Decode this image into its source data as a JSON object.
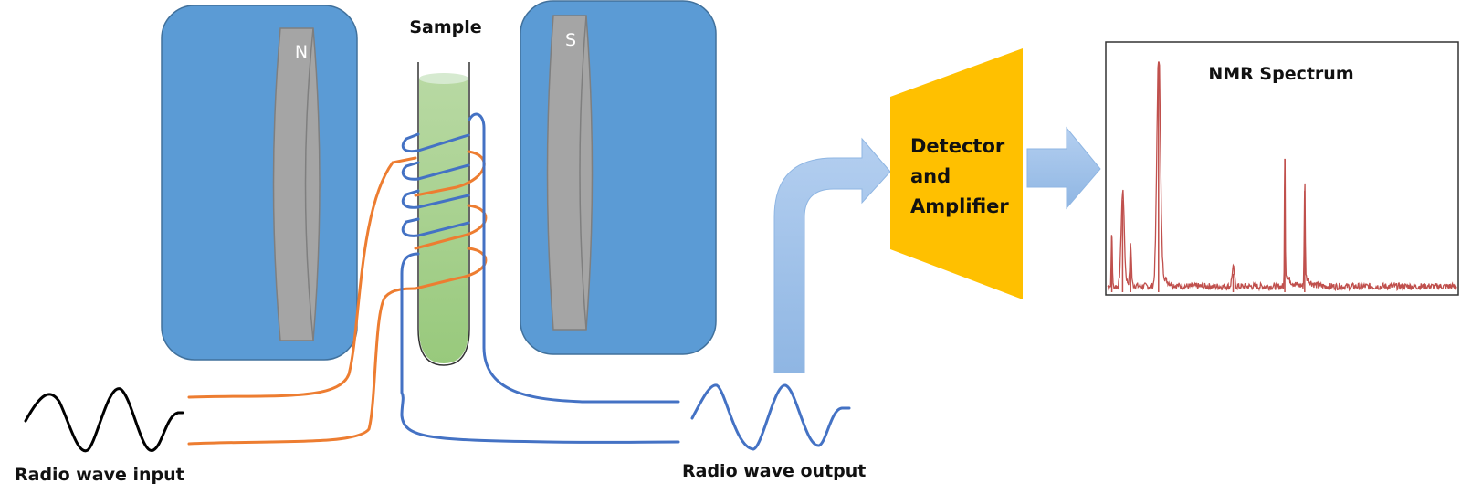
{
  "title": "NMR Spectrometer Schematic",
  "labels": {
    "sample": "Sample",
    "north_pole": "N",
    "south_pole": "S",
    "radio_input": "Radio wave input",
    "radio_output": "Radio wave output",
    "detector_line1": "Detector",
    "detector_line2": "and",
    "detector_line3": "Amplifier",
    "spectrum_title": "NMR Spectrum"
  },
  "colors": {
    "magnet_housing": "#5b9bd5",
    "magnet_pole": "#a5a5a5",
    "sample_liquid": "#a9d18e",
    "input_coil": "#ed7d31",
    "output_coil": "#4472c4",
    "arrow": "#9dc3e6",
    "detector": "#ffc000",
    "spectrum_trace": "#c0504d",
    "input_wave": "#000000"
  },
  "chart_data": {
    "type": "line",
    "title": "NMR Spectrum",
    "xlabel": "",
    "ylabel": "",
    "axes_ticks": false,
    "xlim": [
      0,
      100
    ],
    "ylim": [
      0,
      100
    ],
    "baseline_noise": 3,
    "peaks": [
      {
        "x": 1.2,
        "height": 24,
        "width": 0.2
      },
      {
        "x": 4.3,
        "height": 40,
        "width": 0.6
      },
      {
        "x": 6.6,
        "height": 18,
        "width": 0.3
      },
      {
        "x": 14.6,
        "height": 100,
        "width": 0.7
      },
      {
        "x": 36.0,
        "height": 8,
        "width": 0.5
      },
      {
        "x": 50.8,
        "height": 58,
        "width": 0.15
      },
      {
        "x": 56.5,
        "height": 44,
        "width": 0.2
      }
    ]
  }
}
